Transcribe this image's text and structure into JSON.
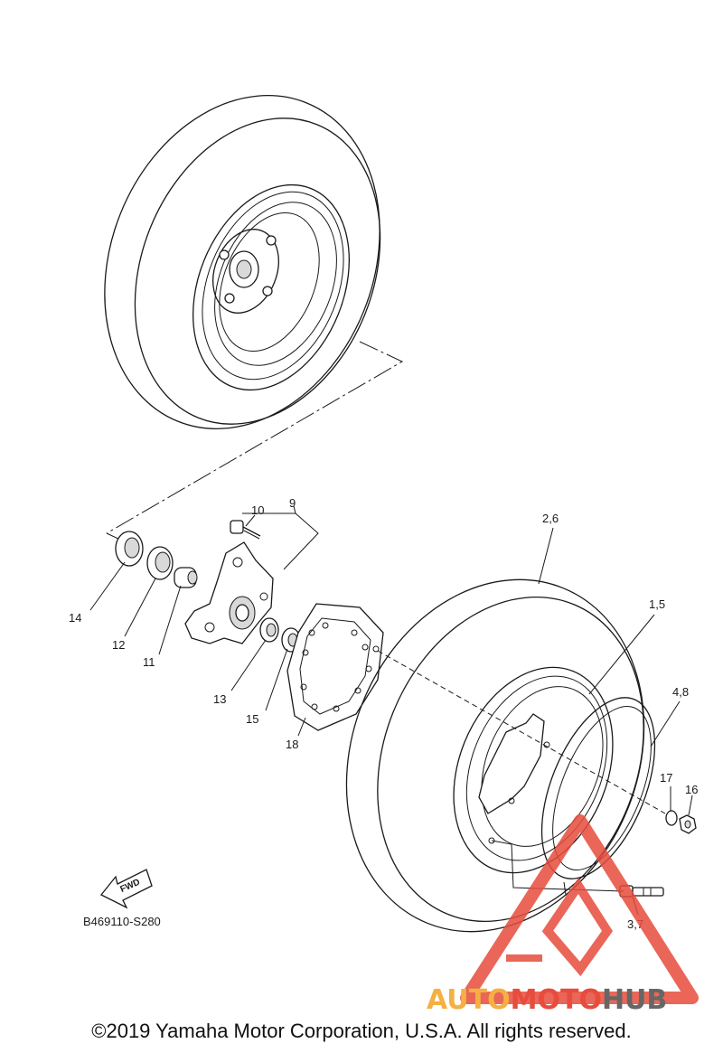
{
  "callouts": [
    {
      "id": "p9",
      "text": "9"
    },
    {
      "id": "p10",
      "text": "10"
    },
    {
      "id": "p14",
      "text": "14"
    },
    {
      "id": "p12",
      "text": "12"
    },
    {
      "id": "p11",
      "text": "11"
    },
    {
      "id": "p13",
      "text": "13"
    },
    {
      "id": "p15",
      "text": "15"
    },
    {
      "id": "p18",
      "text": "18"
    },
    {
      "id": "p26",
      "text": "2,6"
    },
    {
      "id": "p15b",
      "text": "1,5"
    },
    {
      "id": "p48",
      "text": "4,8"
    },
    {
      "id": "p17",
      "text": "17"
    },
    {
      "id": "p16",
      "text": "16"
    },
    {
      "id": "p37",
      "text": "3,7"
    }
  ],
  "fwd_label": "FWD",
  "diagram_code": "B469110-S280",
  "watermark": {
    "part1": "AUTO",
    "part2": "MOTO",
    "part3": "HUB",
    "color1": "#f5b041",
    "color2": "#e74c3c",
    "color3": "#666666"
  },
  "copyright": "©2019 Yamaha Motor Corporation, U.S.A. All rights reserved."
}
